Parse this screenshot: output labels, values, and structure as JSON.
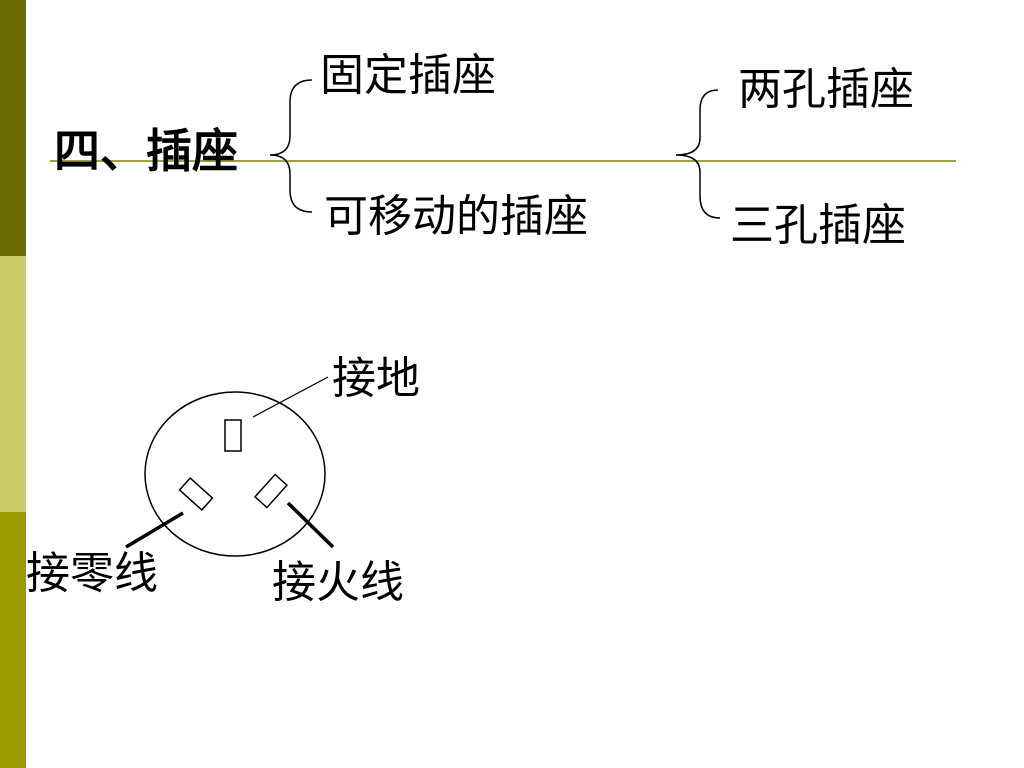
{
  "heading": "四、插座",
  "branch_fixed": "固定插座",
  "branch_movable": "可移动的插座",
  "type_two_hole": "两孔插座",
  "type_three_hole": "三孔插座",
  "label_ground": "接地",
  "label_neutral": "接零线",
  "label_live": "接火线",
  "colors": {
    "sidebar_dark": "#6b6b00",
    "sidebar_light": "#cccc66",
    "sidebar_mid": "#9b9b00",
    "divider": "#a6a12c"
  }
}
